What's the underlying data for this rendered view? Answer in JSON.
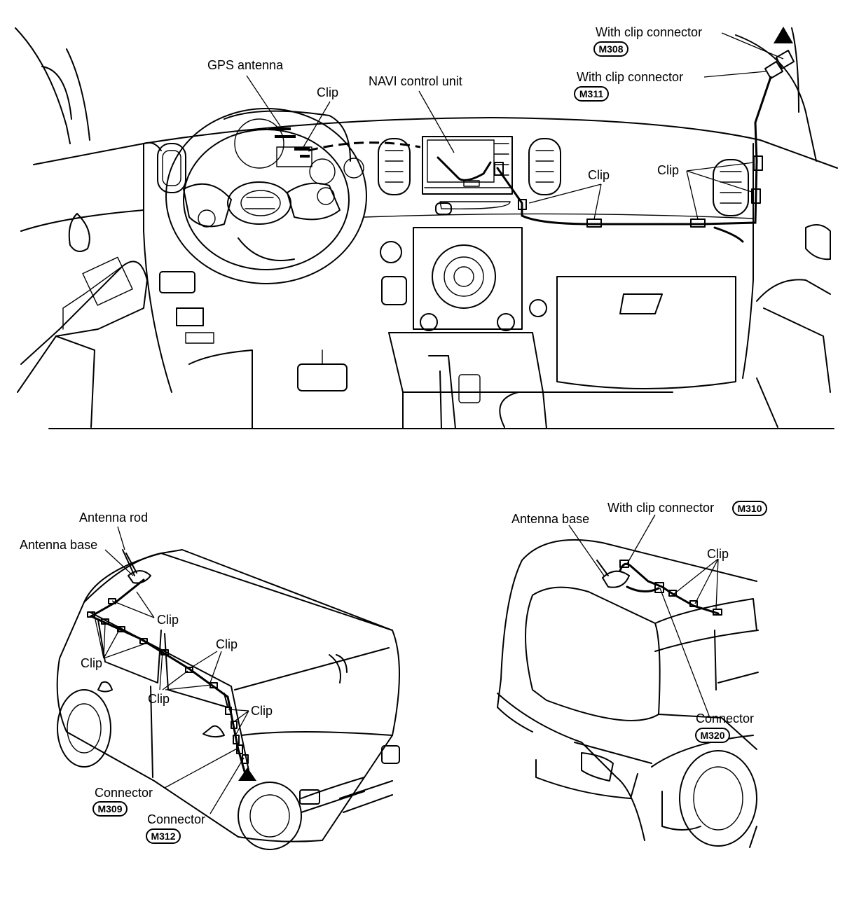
{
  "labels": {
    "gps_antenna": "GPS antenna",
    "clip_steering": "Clip",
    "navi_control_unit": "NAVI control unit",
    "clip_dash_center": "Clip",
    "clip_dash_right": "Clip",
    "with_clip_connector_1": "With clip connector",
    "with_clip_connector_2": "With clip connector",
    "antenna_rod": "Antenna rod",
    "antenna_base_left": "Antenna base",
    "clip_roof_front": "Clip",
    "clip_pillar_upper": "Clip",
    "clip_roof_mid": "Clip",
    "clip_door_top": "Clip",
    "clip_pillar_lower": "Clip",
    "connector_m309": "Connector",
    "connector_m312": "Connector",
    "antenna_base_right": "Antenna base",
    "with_clip_connector_3": "With clip connector",
    "clip_rear_roof": "Clip",
    "connector_m320": "Connector"
  },
  "badges": {
    "m308": "M308",
    "m311": "M311",
    "m309": "M309",
    "m312": "M312",
    "m310": "M310",
    "m320": "M320"
  },
  "colors": {
    "ink": "#000000",
    "paper": "#ffffff"
  }
}
